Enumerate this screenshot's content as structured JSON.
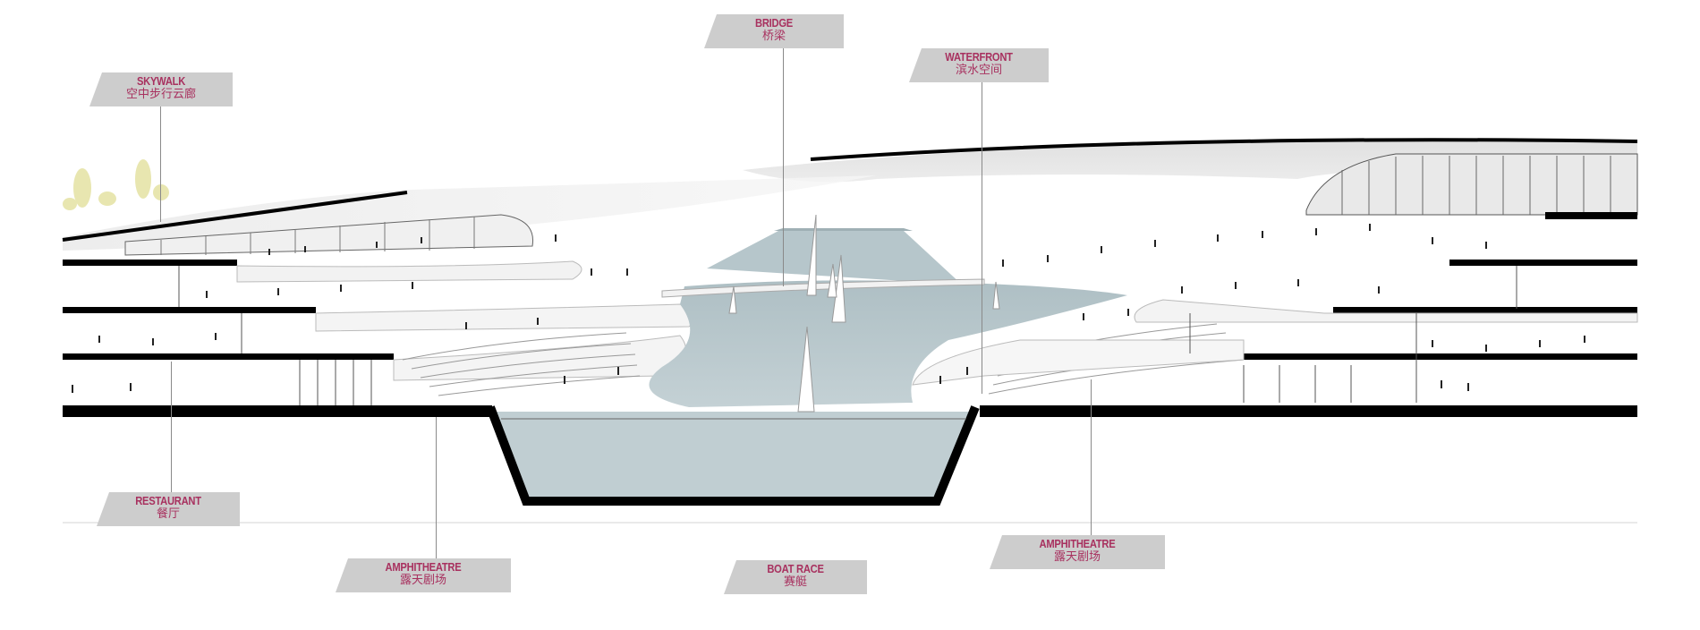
{
  "labels": {
    "skywalk": {
      "en": "SKYWALK",
      "zh": "空中步行云廊"
    },
    "bridge": {
      "en": "BRIDGE",
      "zh": "桥梁"
    },
    "waterfront": {
      "en": "WATERFRONT",
      "zh": "滨水空间"
    },
    "restaurant": {
      "en": "RESTAURANT",
      "zh": "餐厅"
    },
    "amphitheatre_left": {
      "en": "AMPHITHEATRE",
      "zh": "露天剧场"
    },
    "boat_race": {
      "en": "BOAT RACE",
      "zh": "赛艇"
    },
    "amphitheatre_right": {
      "en": "AMPHITHEATRE",
      "zh": "露天剧场"
    }
  },
  "colors": {
    "label_text": "#a8315f",
    "label_bg": "#cdcdcd",
    "water": "#b4c4c9",
    "structure": "#000000"
  }
}
